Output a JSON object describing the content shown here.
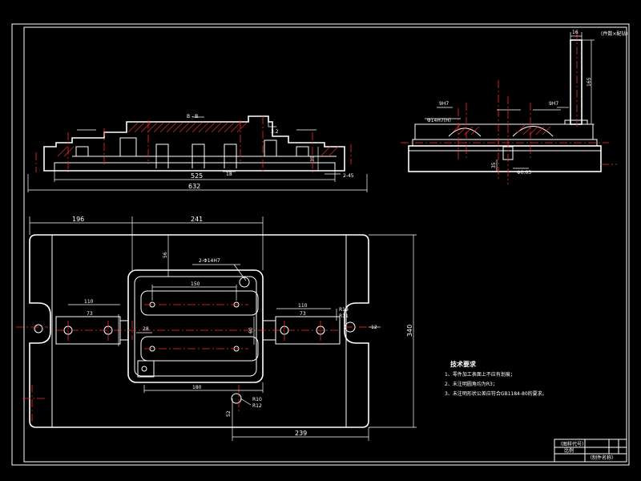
{
  "colors": {
    "background": "#000000",
    "outline": "#ffffff",
    "centerline": "#ff2a2a"
  },
  "front_view": {
    "dims": {
      "width_overall": "632",
      "width_inner": "525",
      "slot": "18",
      "height": "35",
      "chamfer": "2-45",
      "callout": "3.2"
    },
    "section_label": "B - B"
  },
  "side_view": {
    "dims": {
      "fit_left": "9H7",
      "fit_right": "9H7",
      "hole": "Φ14H7(H)",
      "top_width": "16",
      "height_long": "165",
      "base_height": "35",
      "bottom": "Φ0.03",
      "note_tr": "(件数×配钻)"
    }
  },
  "plan_view": {
    "dims": {
      "left_offset": "196",
      "width_241": "241",
      "depth_56": "56",
      "holes_2x": "2-Φ14H7",
      "slot_150": "150",
      "left_110": "110",
      "left_73": "73",
      "right_110": "110",
      "right_73": "73",
      "r19": "R19",
      "r11": "R11",
      "w28": "28",
      "v60": "60",
      "span_180": "180",
      "total_height": "340",
      "r10": "R10",
      "r12": "R12",
      "v52": "52",
      "total_239": "239",
      "side_12": "12"
    }
  },
  "notes": {
    "title": "技术要求",
    "items": [
      "1、零件加工表面上不应有划痕；",
      "2、未注明圆角均为R3；",
      "3、未注明形状公差应符合GB1184-80的要求。"
    ]
  },
  "title_block": {
    "row1_left": "（图样代号）",
    "row1_mid": "",
    "row2_left": "比例",
    "row2_mid": "",
    "bottom_name": "（制件名称）"
  }
}
